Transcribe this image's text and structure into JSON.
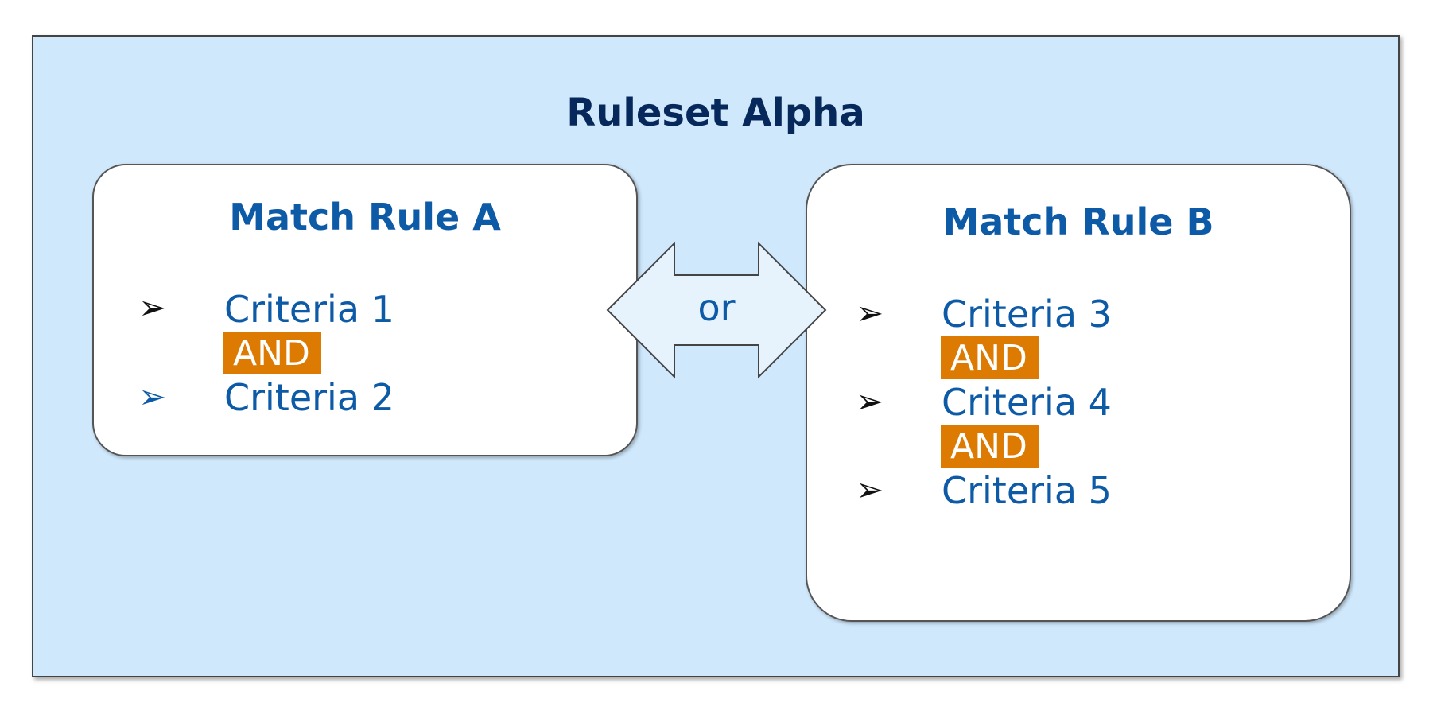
{
  "ruleset": {
    "title": "Ruleset Alpha"
  },
  "rule_a": {
    "title": "Match Rule A",
    "criteria": [
      "Criteria 1",
      "Criteria 2"
    ],
    "operator": "AND"
  },
  "rule_b": {
    "title": "Match Rule B",
    "criteria": [
      "Criteria 3",
      "Criteria 4",
      "Criteria 5"
    ],
    "operators": [
      "AND",
      "AND"
    ]
  },
  "connector": {
    "label": "or"
  },
  "colors": {
    "ruleset_background": "#d0e8fc",
    "title_text": "#07285a",
    "rule_text": "#0d5aa7",
    "and_badge": "#dd7a01",
    "connector_fill": "#e6f3fd"
  },
  "icons": {
    "bullet": "arrowhead-bullet-icon",
    "connector": "double-headed-arrow-icon"
  }
}
